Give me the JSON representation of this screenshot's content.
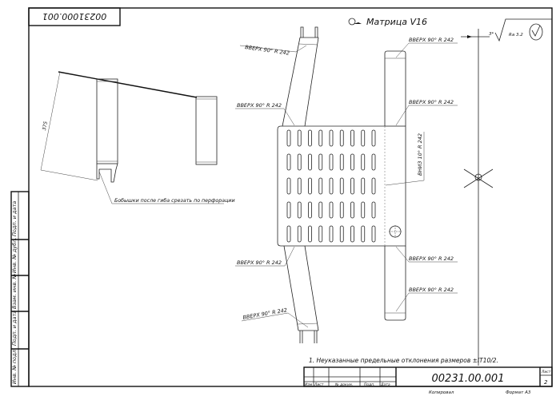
{
  "stamp_top": "00231000.001",
  "title": "Матрица V16",
  "roughness": {
    "angle": "3*",
    "value": "Ra 3.2"
  },
  "side_strip": [
    "Подп. и дата",
    "Инв. № дубл.",
    "Взам. инв. №",
    "Подп. и дата",
    "Инв. № подл."
  ],
  "left_view": {
    "dimension": "375",
    "note": "Бобышки после гиба срезать по перфорации"
  },
  "bend_labels": {
    "up": "ВВЕРХ  90°  R 242",
    "down": "ВНИЗ  10°  R 242"
  },
  "note": "1. Неуказанные предельные отклонения размеров ±IT10/2.",
  "title_block": {
    "code": "00231.00.001",
    "columns": [
      "Изм",
      "Лист",
      "№ докум.",
      "Подп.",
      "Дата"
    ],
    "sheet_label": "Лист",
    "sheet": "2",
    "copied": "Копировал",
    "format": "Формат А3"
  }
}
